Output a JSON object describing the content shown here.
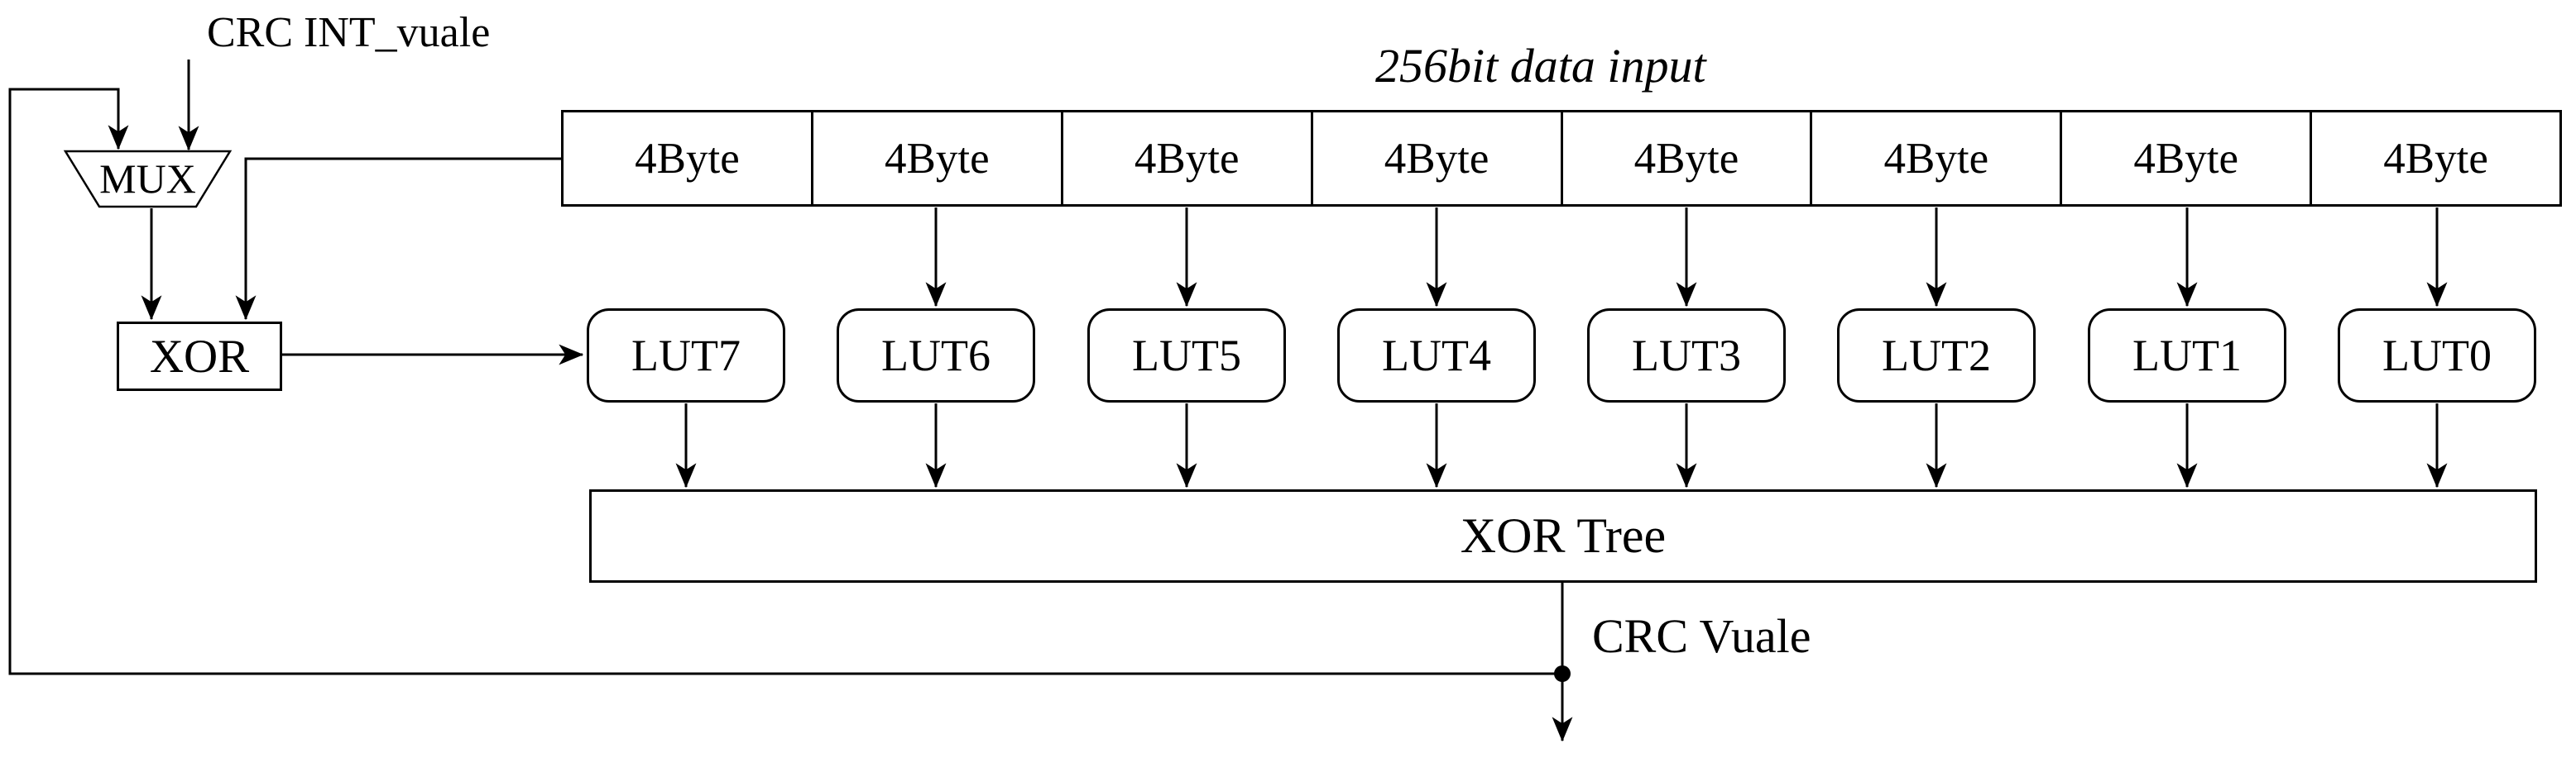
{
  "diagram": {
    "background_color": "#ffffff",
    "line_color": "#000000",
    "labels": {
      "crc_init": "CRC INT_vuale",
      "data_input": "256bit data input",
      "crc_value": "CRC Vuale",
      "mux": "MUX",
      "xor": "XOR",
      "xor_tree": "XOR Tree"
    },
    "input_cells": [
      {
        "label": "4Byte"
      },
      {
        "label": "4Byte"
      },
      {
        "label": "4Byte"
      },
      {
        "label": "4Byte"
      },
      {
        "label": "4Byte"
      },
      {
        "label": "4Byte"
      },
      {
        "label": "4Byte"
      },
      {
        "label": "4Byte"
      }
    ],
    "luts": [
      {
        "label": "LUT7"
      },
      {
        "label": "LUT6"
      },
      {
        "label": "LUT5"
      },
      {
        "label": "LUT4"
      },
      {
        "label": "LUT3"
      },
      {
        "label": "LUT2"
      },
      {
        "label": "LUT1"
      },
      {
        "label": "LUT0"
      }
    ]
  }
}
